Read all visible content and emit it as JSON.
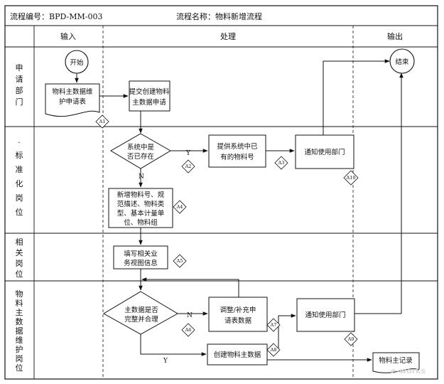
{
  "header": {
    "process_no": "流程编号：BPD-MM-003",
    "process_name": "流程名称：物料新增流程"
  },
  "columns": {
    "input": "输入",
    "process": "处理",
    "output": "输出"
  },
  "lanes": {
    "apply": [
      "申",
      "请",
      "部",
      "门"
    ],
    "standard": [
      "·",
      "标",
      "准",
      "化",
      "岗",
      "位"
    ],
    "related": [
      "相",
      "关",
      "岗",
      "位"
    ],
    "master": [
      "物",
      "料",
      "主",
      "数",
      "据",
      "维",
      "护",
      "岗",
      "位"
    ]
  },
  "nodes": {
    "start": "开始",
    "end": "结束",
    "apply_form": [
      "物料主数据维",
      "护申请表"
    ],
    "submit": [
      "提交创建物料",
      "主数据申请"
    ],
    "exists": [
      "系统中是",
      "否已存在"
    ],
    "provide": [
      "提供系统中已",
      "有的物料号"
    ],
    "notify1": "通知使用部门",
    "new_info": [
      "新增物料号、规",
      "范描述、物料类",
      "型、基本计量单",
      "位、物料组"
    ],
    "fill": [
      "填写相关业",
      "务视图信息"
    ],
    "complete": [
      "主数据是否",
      "完整并合理"
    ],
    "adjust": [
      "调整/补充申",
      "请表数据"
    ],
    "notify2": "通知使用部门",
    "create": "创建物料主数据",
    "record": "物料主记录"
  },
  "labels": {
    "yes1": "Y",
    "no1": "N",
    "no2": "N",
    "yes2": "Y"
  },
  "tags": {
    "a1": "A1",
    "a2": "A2",
    "a3": "A3",
    "a4": "A4",
    "a5": "A5",
    "a6": "A6",
    "a7": "A7",
    "a8": "A8",
    "a9": "A9",
    "a10": "A10"
  },
  "watermark": "e-works"
}
